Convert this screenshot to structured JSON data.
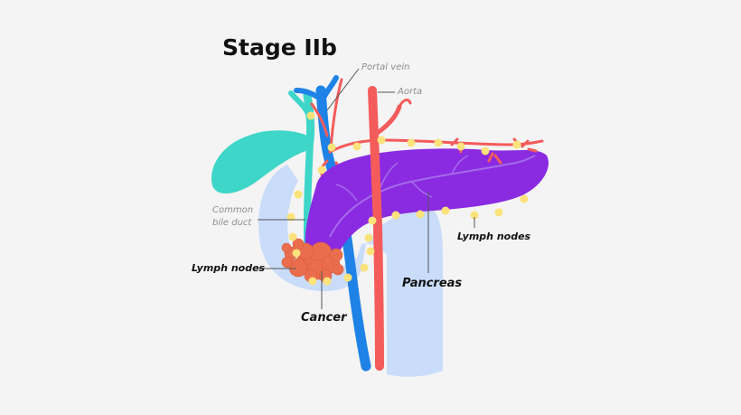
{
  "title": "Stage IIb",
  "labels": {
    "portal_vein": "Portal vein",
    "aorta": "Aorta",
    "common_bile_duct_line1": "Common",
    "common_bile_duct_line2": "bile duct",
    "lymph_nodes_left": "Lymph nodes",
    "lymph_nodes_right": "Lymph nodes",
    "pancreas": "Pancreas",
    "cancer": "Cancer"
  },
  "colors": {
    "background": "#f4f4f4",
    "duodenum": "#c9dcfa",
    "pancreas": "#8a2be2",
    "pancreas_vessels": "#a56ae8",
    "gallbladder": "#3dd6c8",
    "portal_vein": "#1e82e6",
    "aorta": "#f45b5b",
    "lymph_node": "#fbe27a",
    "cancer": "#ea6e4e",
    "leader_line": "#555555"
  }
}
